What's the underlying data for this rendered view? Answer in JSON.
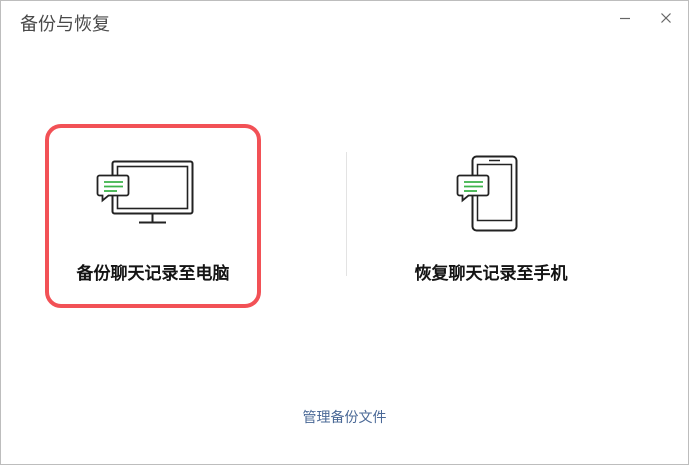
{
  "window": {
    "title": "备份与恢复",
    "minimize_icon": "minimize-icon",
    "close_icon": "close-icon"
  },
  "options": [
    {
      "label": "备份聊天记录至电脑",
      "icon": "computer-chat-icon",
      "selected": true
    },
    {
      "label": "恢复聊天记录至手机",
      "icon": "phone-chat-icon",
      "selected": false
    }
  ],
  "footer": {
    "manage_link": "管理备份文件"
  },
  "colors": {
    "selection_border": "#f25156",
    "chat_bubble_lines": "#3cb34a",
    "link": "#4a6896"
  }
}
